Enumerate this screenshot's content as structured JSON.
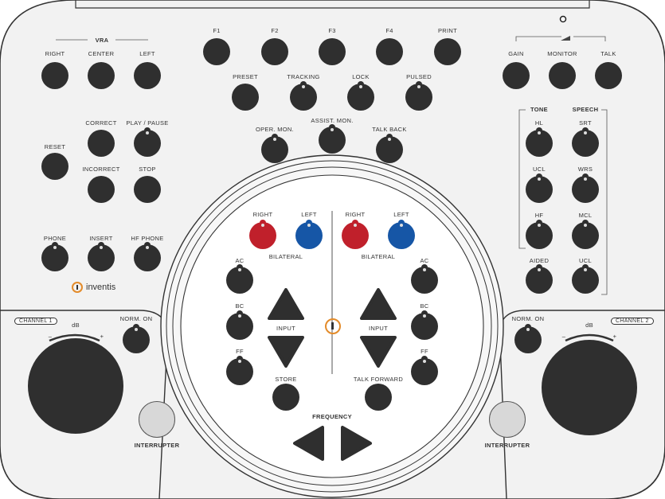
{
  "colors": {
    "body_stroke": "#333333",
    "button": "#2f2f2f",
    "bilateral_right": "#c0202b",
    "bilateral_left": "#1656a6",
    "interrupter": "#d8d8d8",
    "logo_accent": "#e38b2a"
  },
  "vra": {
    "title": "VRA",
    "right": "RIGHT",
    "center": "CENTER",
    "left": "LEFT"
  },
  "left_panel": {
    "reset": "RESET",
    "correct": "CORRECT",
    "play_pause": "PLAY / PAUSE",
    "incorrect": "INCORRECT",
    "stop": "STOP",
    "phone": "PHONE",
    "insert": "INSERT",
    "hf_phone": "HF PHONE"
  },
  "function_keys": {
    "f1": "F1",
    "f2": "F2",
    "f3": "F3",
    "f4": "F4",
    "print": "PRINT"
  },
  "modes": {
    "preset": "PRESET",
    "tracking": "TRACKING",
    "lock": "LOCK",
    "pulsed": "PULSED"
  },
  "monitor_row": {
    "oper_mon": "OPER. MON.",
    "assist_mon": "ASSIST. MON.",
    "talk_back": "TALK BACK"
  },
  "top_right": {
    "gain": "GAIN",
    "monitor": "MONITOR",
    "talk": "TALK"
  },
  "speech_panel": {
    "tone": "TONE",
    "speech": "SPEECH",
    "hl": "HL",
    "srt": "SRT",
    "ucl": "UCL",
    "wrs": "WRS",
    "hf": "HF",
    "mcl": "MCL",
    "aided": "AIDED",
    "ucl2": "UCL"
  },
  "dial": {
    "right_ch1": "RIGHT",
    "left_ch1": "LEFT",
    "right_ch2": "RIGHT",
    "left_ch2": "LEFT",
    "bilateral_1": "BILATERAL",
    "bilateral_2": "BILATERAL",
    "ac_1": "AC",
    "bc_1": "BC",
    "ff_1": "FF",
    "ac_2": "AC",
    "bc_2": "BC",
    "ff_2": "FF",
    "input_1": "INPUT",
    "input_2": "INPUT",
    "store": "STORE",
    "talk_forward": "TALK FORWARD",
    "frequency": "FREQUENCY"
  },
  "channel1": {
    "label": "CHANNEL 1",
    "db": "dB",
    "minus": "–",
    "plus": "+",
    "norm_on": "NORM. ON",
    "interrupter": "INTERRUPTER"
  },
  "channel2": {
    "label": "CHANNEL 2",
    "db": "dB",
    "minus": "–",
    "plus": "+",
    "norm_on": "NORM. ON",
    "interrupter": "INTERRUPTER"
  },
  "brand": {
    "name": "inventis"
  }
}
